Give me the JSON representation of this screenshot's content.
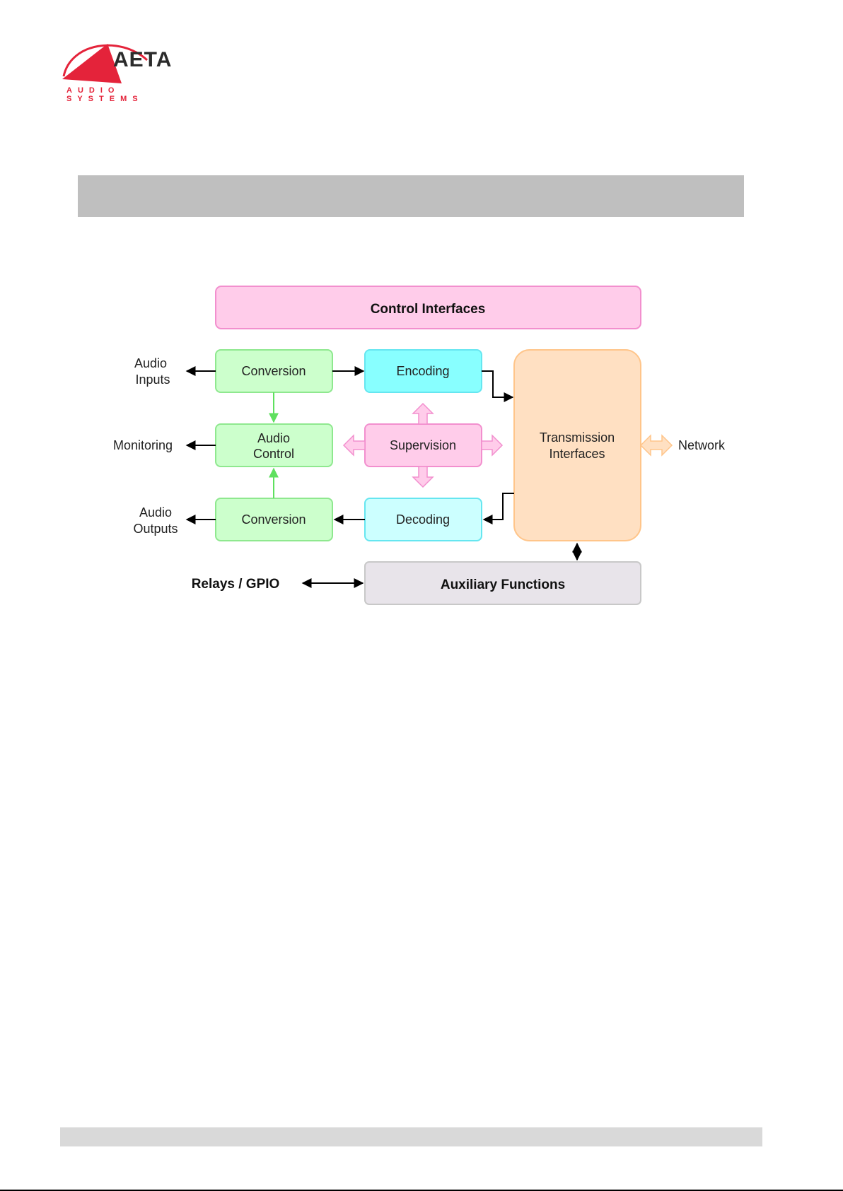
{
  "logo": {
    "brand": "AETA",
    "tagline": "AUDIO SYSTEMS",
    "brand_color": "#e4233a"
  },
  "diagram": {
    "blocks": {
      "control_interfaces": "Control Interfaces",
      "conversion_in": "Conversion",
      "encoding": "Encoding",
      "audio_control_1": "Audio",
      "audio_control_2": "Control",
      "supervision": "Supervision",
      "conversion_out": "Conversion",
      "decoding": "Decoding",
      "transmission_1": "Transmission",
      "transmission_2": "Interfaces",
      "auxiliary": "Auxiliary Functions"
    },
    "labels": {
      "audio_inputs_1": "Audio",
      "audio_inputs_2": "Inputs",
      "monitoring": "Monitoring",
      "audio_outputs_1": "Audio",
      "audio_outputs_2": "Outputs",
      "network": "Network",
      "relays": "Relays / GPIO"
    },
    "colors": {
      "pink_fill": "#ffccea",
      "pink_stroke": "#f28fce",
      "green_fill": "#ccffcc",
      "green_stroke": "#8fe88f",
      "cyan_fill": "#88ffff",
      "light_cyan_fill": "#ccffff",
      "cyan_stroke": "#66e6f0",
      "orange_fill": "#ffe0c2",
      "orange_stroke": "#ffc58a",
      "grey_fill": "#e8e4ea",
      "grey_stroke": "#c8c8c8"
    }
  }
}
